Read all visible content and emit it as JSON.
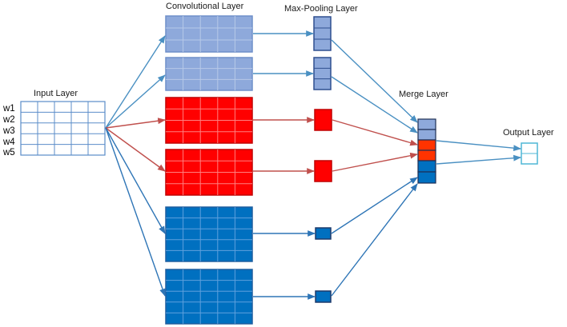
{
  "labels": {
    "input": "Input Layer",
    "conv": "Convolutional Layer",
    "pool": "Max-Pooling Layer",
    "merge": "Merge Layer",
    "output": "Output Layer"
  },
  "input_rows": [
    "w1",
    "w2",
    "w3",
    "w4",
    "w5"
  ],
  "colors": {
    "light": "#8EA9DB",
    "light_border": "#2F4F8F",
    "red": "#FF0000",
    "red_border": "#C00000",
    "blue": "#0070C0",
    "blue_border": "#1F3A6B",
    "orange": "#FF3300",
    "output_border": "#4FB7D6",
    "arrow_light": "#4A90C2",
    "arrow_red": "#C0504D",
    "arrow_blue": "#2E75B6",
    "input_grid": "#5B8DC9"
  }
}
